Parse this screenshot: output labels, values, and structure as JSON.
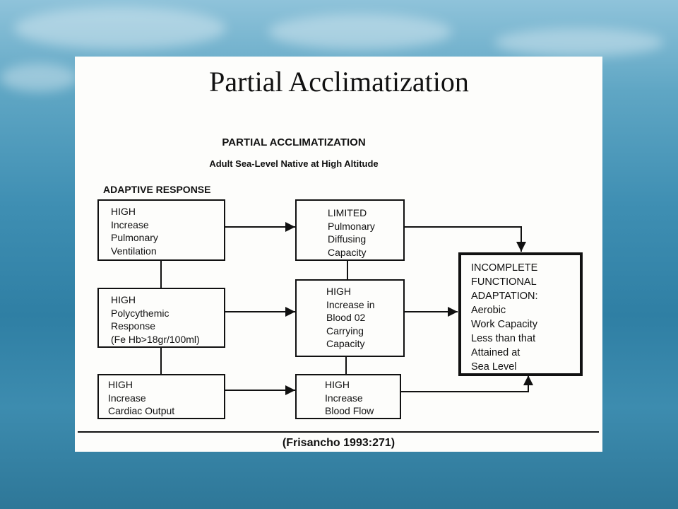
{
  "slide": {
    "title": "Partial Acclimatization"
  },
  "figure": {
    "title": "PARTIAL ACCLIMATIZATION",
    "subtitle": "Adult Sea-Level Native at High Altitude",
    "section_label": "ADAPTIVE RESPONSE",
    "boxes": {
      "ventilation": "HIGH\nIncrease\nPulmonary\nVentilation",
      "polycythemic": "HIGH\nPolycythemic\nResponse\n(Fe Hb>18gr/100ml)",
      "cardiac": "HIGH\nIncrease\nCardiac Output",
      "diffusing": "LIMITED\nPulmonary\nDiffusing\nCapacity",
      "blood_o2": "HIGH\nIncrease in\nBlood 02\nCarrying\nCapacity",
      "blood_flow": "HIGH\nIncrease\nBlood Flow",
      "outcome": "INCOMPLETE\nFUNCTIONAL\nADAPTATION:\nAerobic\nWork Capacity\nLess than that\nAttained at\nSea Level"
    },
    "citation": "(Frisancho 1993:271)"
  }
}
